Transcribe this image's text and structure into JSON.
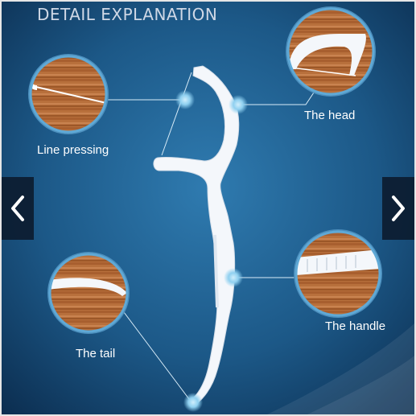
{
  "title": "DETAIL EXPLANATION",
  "callouts": {
    "line_pressing": "Line pressing",
    "head": "The head",
    "handle": "The handle",
    "tail": "The tail"
  },
  "controls": {
    "prev_icon": "chevron-left-icon",
    "next_icon": "chevron-right-icon"
  },
  "colors": {
    "background_center": "#2a6fa0",
    "background_edge": "#0c2f52",
    "wood": "#b8703c",
    "marker": "#8fd0f0",
    "nav_bg": "#0c1c30"
  }
}
